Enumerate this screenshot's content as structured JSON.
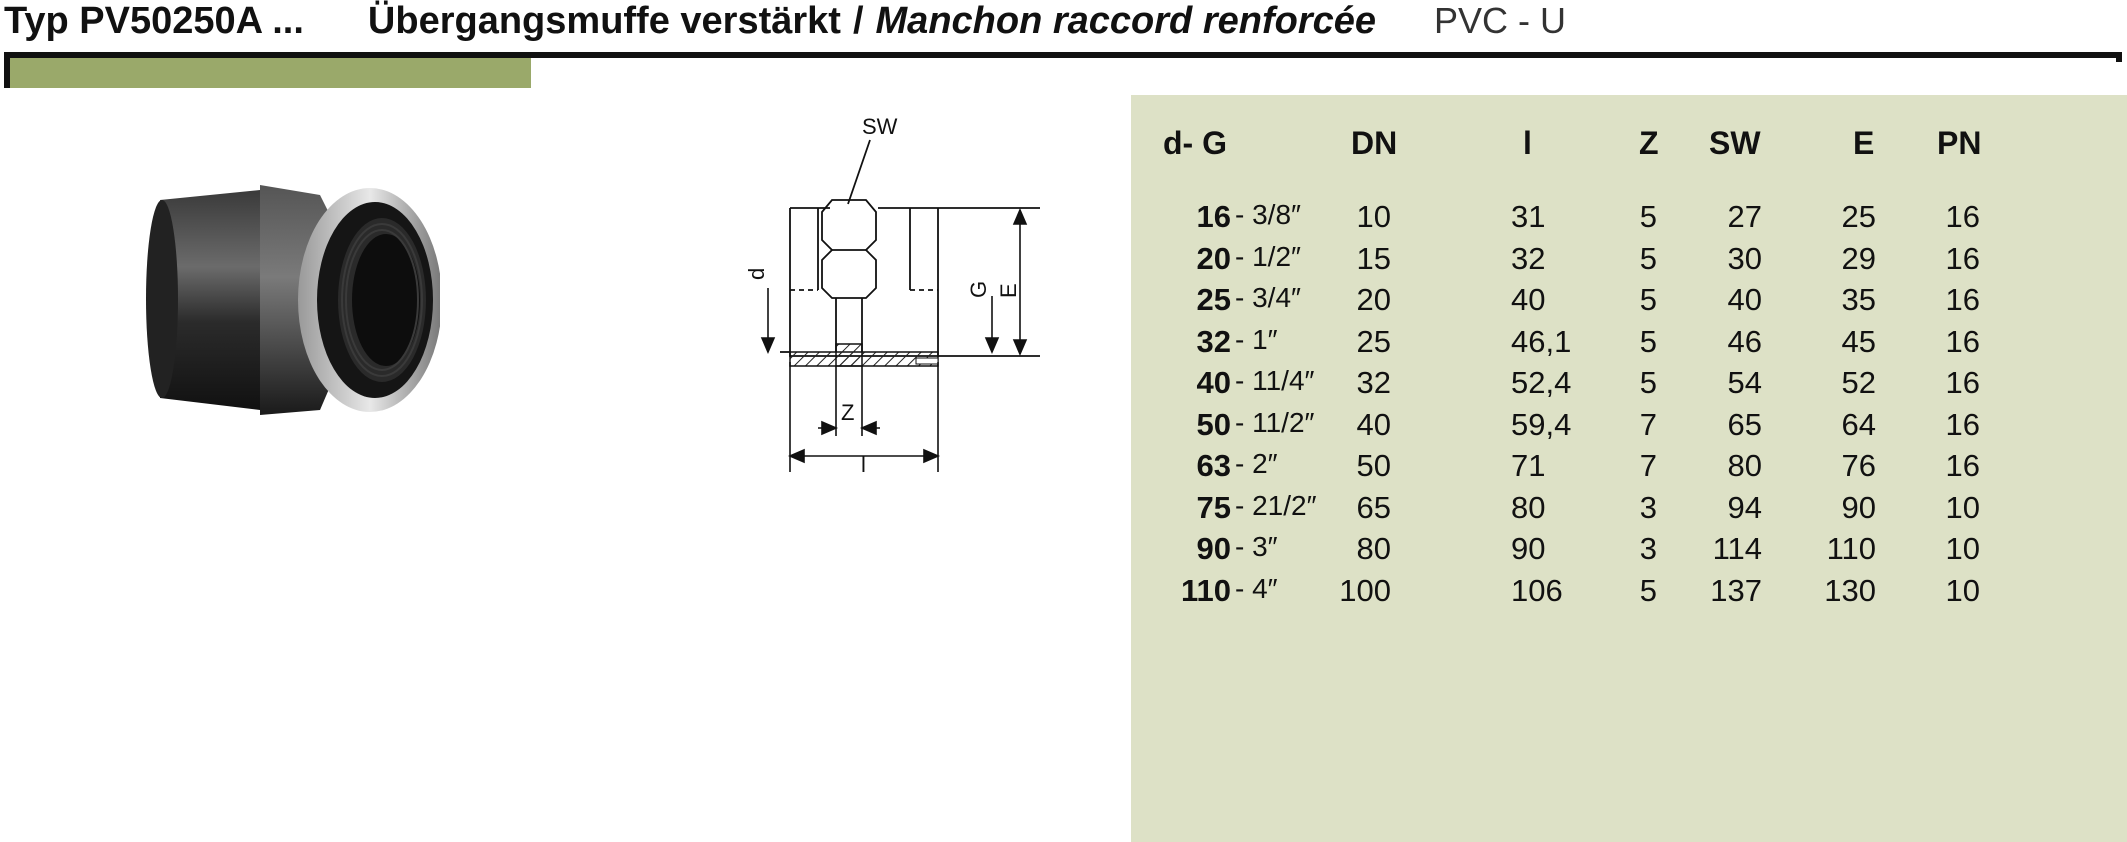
{
  "header": {
    "type_label": "Typ PV50250A ...",
    "title_de": "Übergangsmuffe verstärkt",
    "separator": "/",
    "title_fr": "Manchon raccord renforcée",
    "material": "PVC - U",
    "accent_color": "#9aa96a"
  },
  "drawing": {
    "label_sw": "SW",
    "label_d": "d",
    "label_g": "G",
    "label_e": "E",
    "label_z": "Z",
    "label_l": "l"
  },
  "table": {
    "panel_color": "#dde1c6",
    "headers": [
      "d- G",
      "DN",
      "l",
      "Z",
      "SW",
      "E",
      "PN"
    ],
    "rows": [
      {
        "d": "16",
        "g": "- 3/8″",
        "dn": "10",
        "l": "31",
        "z": "5",
        "sw": "27",
        "e": "25",
        "pn": "16"
      },
      {
        "d": "20",
        "g": "- 1/2″",
        "dn": "15",
        "l": "32",
        "z": "5",
        "sw": "30",
        "e": "29",
        "pn": "16"
      },
      {
        "d": "25",
        "g": "- 3/4″",
        "dn": "20",
        "l": "40",
        "z": "5",
        "sw": "40",
        "e": "35",
        "pn": "16"
      },
      {
        "d": "32",
        "g": "- 1″",
        "dn": "25",
        "l": "46,1",
        "z": "5",
        "sw": "46",
        "e": "45",
        "pn": "16"
      },
      {
        "d": "40",
        "g": "- 11/4″",
        "dn": "32",
        "l": "52,4",
        "z": "5",
        "sw": "54",
        "e": "52",
        "pn": "16"
      },
      {
        "d": "50",
        "g": "- 11/2″",
        "dn": "40",
        "l": "59,4",
        "z": "7",
        "sw": "65",
        "e": "64",
        "pn": "16"
      },
      {
        "d": "63",
        "g": "- 2″",
        "dn": "50",
        "l": "71",
        "z": "7",
        "sw": "80",
        "e": "76",
        "pn": "16"
      },
      {
        "d": "75",
        "g": "- 21/2″",
        "dn": "65",
        "l": "80",
        "z": "3",
        "sw": "94",
        "e": "90",
        "pn": "10"
      },
      {
        "d": "90",
        "g": "- 3″",
        "dn": "80",
        "l": "90",
        "z": "3",
        "sw": "114",
        "e": "110",
        "pn": "10"
      },
      {
        "d": "110",
        "g": "- 4″",
        "dn": "100",
        "l": "106",
        "z": "5",
        "sw": "137",
        "e": "130",
        "pn": "10"
      }
    ]
  }
}
